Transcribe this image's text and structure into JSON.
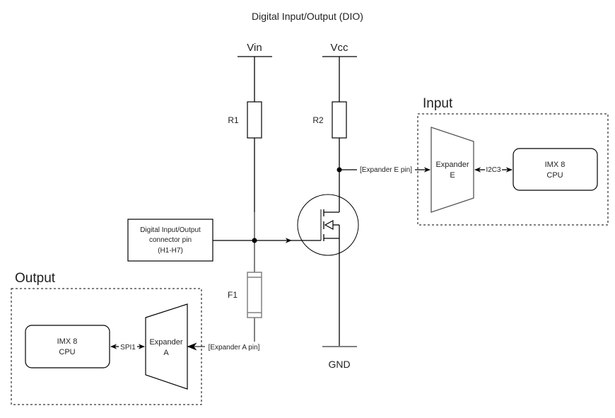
{
  "title": "Digital Input/Output (DIO)",
  "rails": {
    "vin": "Vin",
    "vcc": "Vcc",
    "gnd": "GND"
  },
  "components": {
    "r1": "R1",
    "r2": "R2",
    "f1": "F1",
    "connector": [
      "Digital Input/Output",
      "connector pin",
      "(H1-H7)"
    ]
  },
  "input_group": {
    "label": "Input",
    "expander": [
      "Expander",
      "E"
    ],
    "cpu": [
      "IMX 8",
      "CPU"
    ],
    "bus": "I2C3",
    "pin_label": "[Expander E pin]"
  },
  "output_group": {
    "label": "Output",
    "expander": [
      "Expander",
      "A"
    ],
    "cpu": [
      "IMX 8",
      "CPU"
    ],
    "bus": "SPI1",
    "pin_label": "[Expander A pin]"
  }
}
